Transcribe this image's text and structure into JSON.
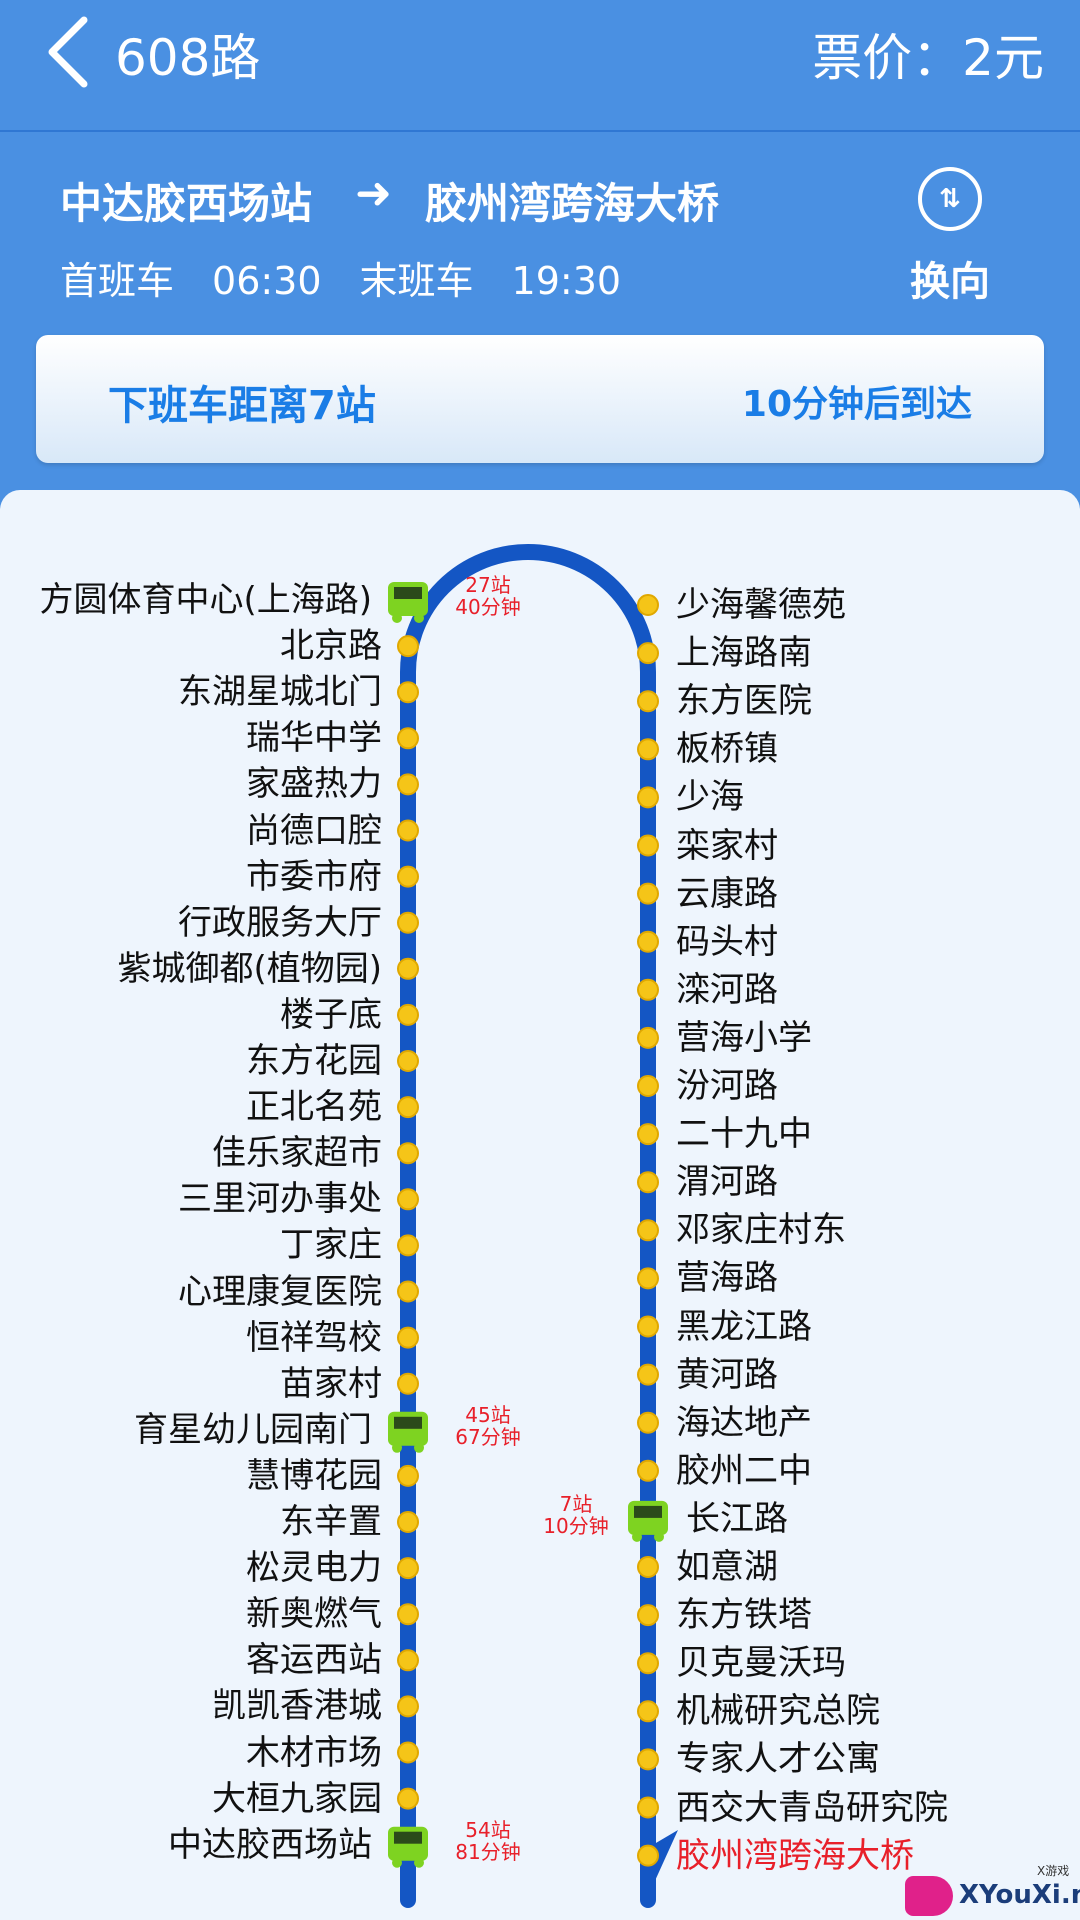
{
  "header": {
    "route_name": "608路",
    "fare": "票价：2元"
  },
  "info": {
    "from": "中达胶西场站",
    "arrow": "➜",
    "to": "胶州湾跨海大桥",
    "first_bus": "首班车",
    "first_time": "06:30",
    "last_bus": "末班车",
    "last_time": "19:30",
    "swap_label": "换向",
    "swap_icon": "⇅"
  },
  "next_bus": {
    "distance": "下班车距离7站",
    "eta": "10分钟后到达"
  },
  "left_stops": [
    "方圆体育中心(上海路)",
    "北京路",
    "东湖星城北门",
    "瑞华中学",
    "家盛热力",
    "尚德口腔",
    "市委市府",
    "行政服务大厅",
    "紫城御都(植物园)",
    "楼子底",
    "东方花园",
    "正北名苑",
    "佳乐家超市",
    "三里河办事处",
    "丁家庄",
    "心理康复医院",
    "恒祥驾校",
    "苗家村",
    "育星幼儿园南门",
    "慧博花园",
    "东辛置",
    "松灵电力",
    "新奥燃气",
    "客运西站",
    "凯凯香港城",
    "木材市场",
    "大桓九家园",
    "中达胶西场站"
  ],
  "right_stops": [
    "少海馨德苑",
    "上海路南",
    "东方医院",
    "板桥镇",
    "少海",
    "栾家村",
    "云康路",
    "码头村",
    "滦河路",
    "营海小学",
    "汾河路",
    "二十九中",
    "渭河路",
    "邓家庄村东",
    "营海路",
    "黑龙江路",
    "黄河路",
    "海达地产",
    "胶州二中",
    "长江路",
    "如意湖",
    "东方铁塔",
    "贝克曼沃玛",
    "机械研究总院",
    "专家人才公寓",
    "西交大青岛研究院",
    "胶州湾跨海大桥"
  ],
  "buses": [
    {
      "side": "left",
      "stop_index": 0,
      "stops": "27站",
      "time": "40分钟"
    },
    {
      "side": "left",
      "stop_index": 18,
      "stops": "45站",
      "time": "67分钟"
    },
    {
      "side": "left",
      "stop_index": 27,
      "stops": "54站",
      "time": "81分钟"
    },
    {
      "side": "right",
      "stop_index": 19,
      "stops": "7站",
      "time": "10分钟"
    }
  ],
  "colors": {
    "line": "#1456c4",
    "dot": "#f5c518",
    "bus": "#7ed321",
    "accent": "#e8202a"
  },
  "watermark": {
    "brand": "XYouXi.net",
    "small": "X游戏"
  }
}
